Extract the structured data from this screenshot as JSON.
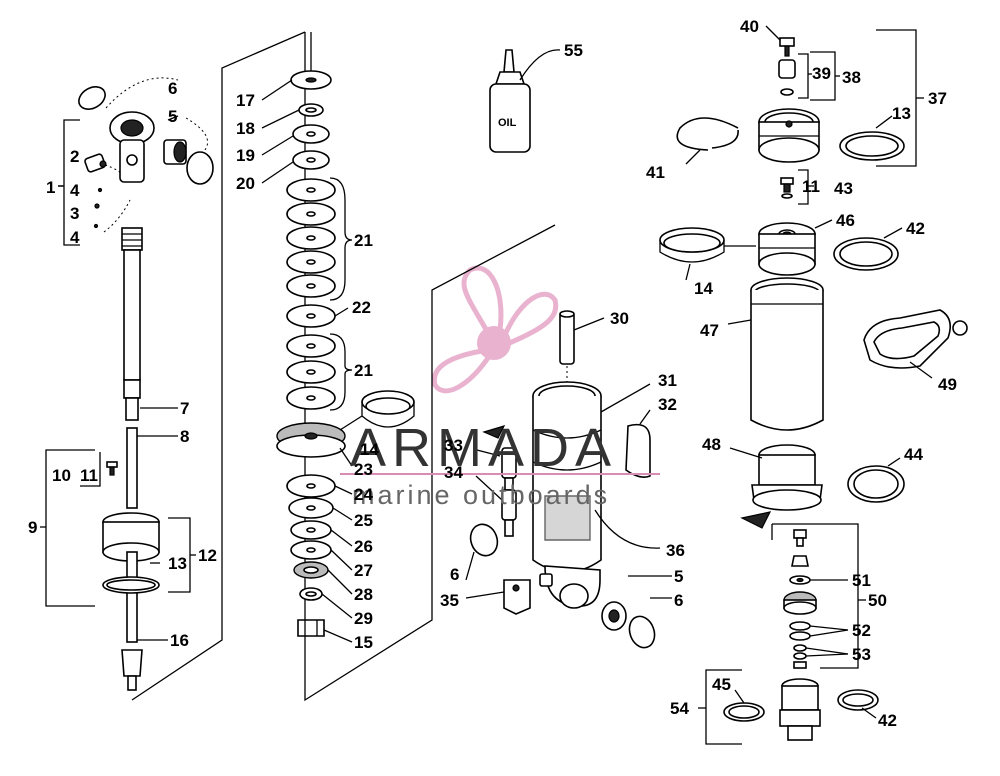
{
  "labels": {
    "l1": "1",
    "l2": "2",
    "l3": "3",
    "l4a": "4",
    "l4b": "4",
    "l5a": "5",
    "l5b": "5",
    "l6a": "6",
    "l6b": "6",
    "l6c": "6",
    "l7": "7",
    "l8": "8",
    "l9": "9",
    "l10": "10",
    "l11a": "11",
    "l11b": "11",
    "l12": "12",
    "l13a": "13",
    "l13b": "13",
    "l14a": "14",
    "l14b": "14",
    "l15": "15",
    "l16": "16",
    "l17": "17",
    "l18": "18",
    "l19": "19",
    "l20": "20",
    "l21a": "21",
    "l21b": "21",
    "l22": "22",
    "l23": "23",
    "l24": "24",
    "l25": "25",
    "l26": "26",
    "l27": "27",
    "l28": "28",
    "l29": "29",
    "l30": "30",
    "l31": "31",
    "l32": "32",
    "l33": "33",
    "l34": "34",
    "l35": "35",
    "l36": "36",
    "l37": "37",
    "l38": "38",
    "l39": "39",
    "l40": "40",
    "l41": "41",
    "l42a": "42",
    "l42b": "42",
    "l43": "43",
    "l44": "44",
    "l45": "45",
    "l46": "46",
    "l47": "47",
    "l48": "48",
    "l49": "49",
    "l50": "50",
    "l51": "51",
    "l52": "52",
    "l53": "53",
    "l54": "54",
    "l55": "55"
  },
  "oil_bottle_text": "OIL",
  "watermark": {
    "brand": "ARMADA",
    "tagline": "marine outboards",
    "logo_color": "#e6a6c8",
    "accent_line_color": "#d98cb4"
  }
}
